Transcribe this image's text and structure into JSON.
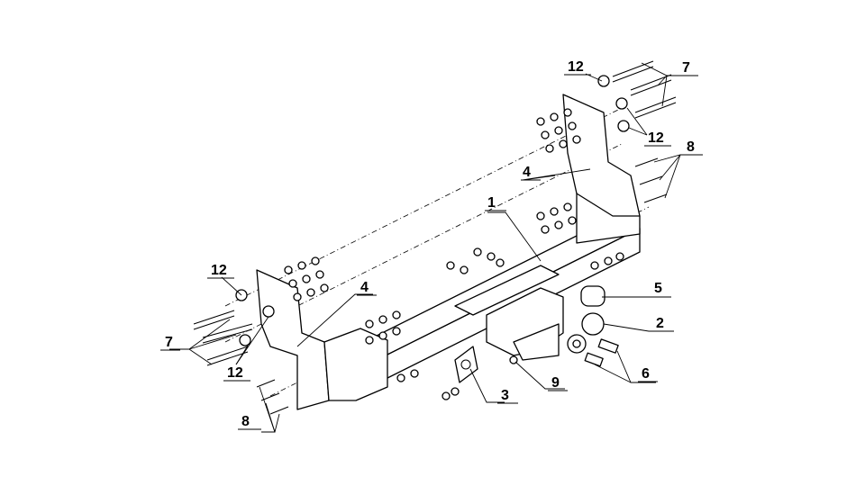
{
  "diagram": {
    "callouts": [
      {
        "id": "c1",
        "text": "1"
      },
      {
        "id": "c2",
        "text": "2"
      },
      {
        "id": "c3",
        "text": "3"
      },
      {
        "id": "c4L",
        "text": "4"
      },
      {
        "id": "c4R",
        "text": "4"
      },
      {
        "id": "c5",
        "text": "5"
      },
      {
        "id": "c6",
        "text": "6"
      },
      {
        "id": "c7L",
        "text": "7"
      },
      {
        "id": "c7R",
        "text": "7"
      },
      {
        "id": "c8L",
        "text": "8"
      },
      {
        "id": "c8R",
        "text": "8"
      },
      {
        "id": "c9",
        "text": "9"
      },
      {
        "id": "c12LT",
        "text": "12"
      },
      {
        "id": "c12LB",
        "text": "12"
      },
      {
        "id": "c12RT",
        "text": "12"
      },
      {
        "id": "c12RB",
        "text": "12"
      }
    ]
  }
}
